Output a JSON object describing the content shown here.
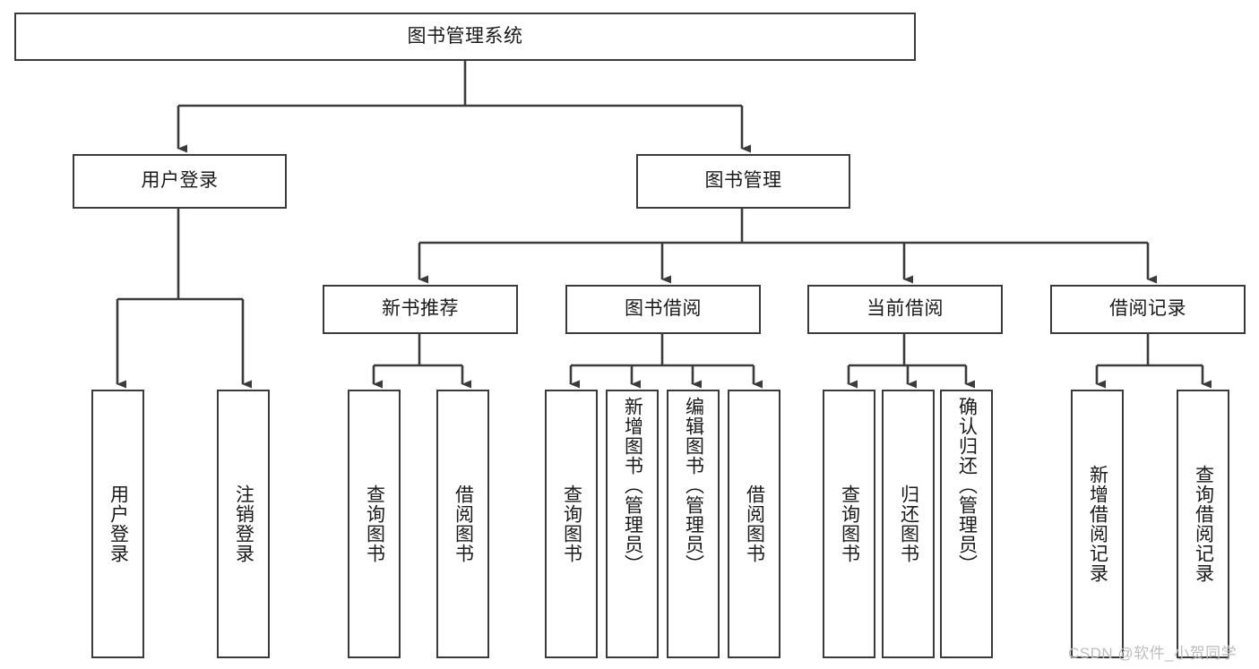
{
  "diagram": {
    "title": "图书管理系统",
    "root": {
      "label": "图书管理系统"
    },
    "level1": [
      {
        "label": "用户登录"
      },
      {
        "label": "图书管理"
      }
    ],
    "level2": [
      {
        "label": "新书推荐"
      },
      {
        "label": "图书借阅"
      },
      {
        "label": "当前借阅"
      },
      {
        "label": "借阅记录"
      }
    ],
    "leaves_user_login": [
      {
        "label": "用户登录"
      },
      {
        "label": "注销登录"
      }
    ],
    "leaves_new_book": [
      {
        "label": "查询图书"
      },
      {
        "label": "借阅图书"
      }
    ],
    "leaves_borrow": [
      {
        "label": "查询图书"
      },
      {
        "label": "新增图书（管理员）"
      },
      {
        "label": "编辑图书（管理员）"
      },
      {
        "label": "借阅图书"
      }
    ],
    "leaves_current": [
      {
        "label": "查询图书"
      },
      {
        "label": "归还图书"
      },
      {
        "label": "确认归还（管理员）"
      }
    ],
    "leaves_records": [
      {
        "label": "新增借阅记录"
      },
      {
        "label": "查询借阅记录"
      }
    ]
  },
  "watermark": {
    "text": "CSDN @软件_小贺同学"
  },
  "colors": {
    "stroke": "#3b3b3b",
    "fill": "#ffffff",
    "text": "#1a1a1a",
    "watermark": "#bdbdbd"
  }
}
